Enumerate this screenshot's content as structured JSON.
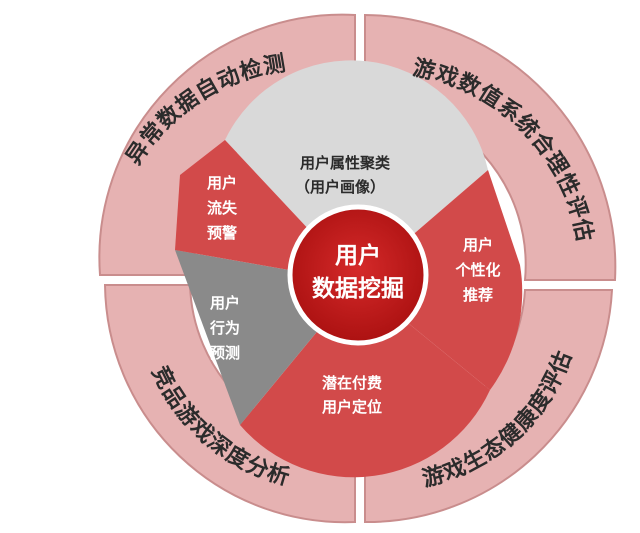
{
  "center": {
    "line1": "用户",
    "line2": "数据挖掘"
  },
  "outer_ring": [
    {
      "id": "outer-top-left",
      "label": "异常数据自动检测"
    },
    {
      "id": "outer-top-right",
      "label": "游戏数值系统合理性评估"
    },
    {
      "id": "outer-bottom-left",
      "label": "竞品游戏深度分析"
    },
    {
      "id": "outer-bottom-right",
      "label": "游戏生态健康度评估"
    }
  ],
  "inner_segments": {
    "top": {
      "line1": "用户属性聚类",
      "line2": "（用户画像）"
    },
    "top_left": {
      "line1": "用户",
      "line2": "流失",
      "line3": "预警"
    },
    "left": {
      "line1": "用户",
      "line2": "行为",
      "line3": "预测"
    },
    "right": {
      "line1": "用户",
      "line2": "个性化",
      "line3": "推荐"
    },
    "bottom": {
      "line1": "潜在付费",
      "line2": "用户定位"
    }
  },
  "colors": {
    "outer_ring": "#e6b2b2",
    "outer_ring_edge": "#c98d8d",
    "wedge_red": "#d24a4a",
    "wedge_grey_light": "#d9d9d9",
    "wedge_grey_dark": "#8a8a8a",
    "core": "#c01818"
  }
}
